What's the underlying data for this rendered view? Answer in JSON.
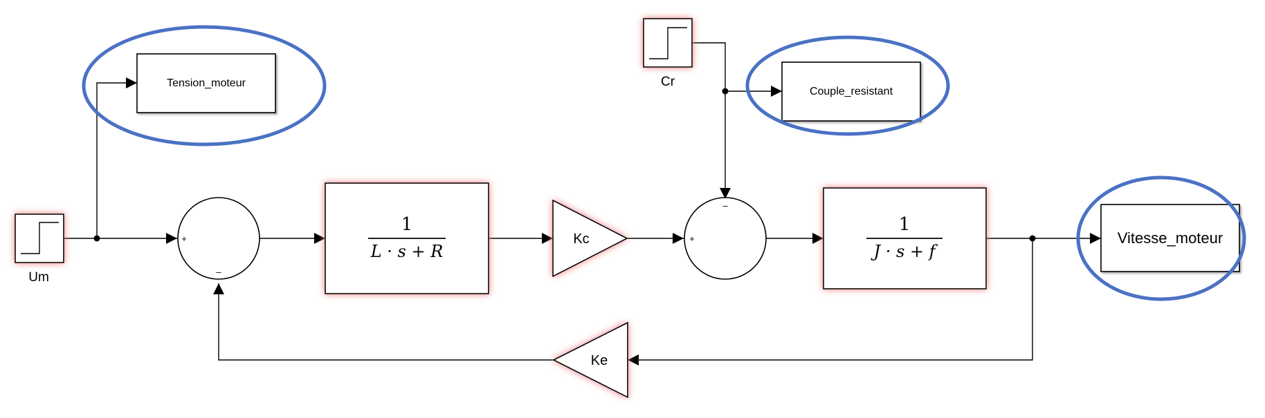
{
  "colors": {
    "highlight_glow": "#f07c7c",
    "scope_circle": "#4a72c4",
    "line": "#000000",
    "block_fill": "#ffffff"
  },
  "sources": {
    "um": {
      "label": "Um",
      "icon": "step-icon"
    },
    "cr": {
      "label": "Cr",
      "icon": "step-icon"
    }
  },
  "scopes": {
    "tension": "Tension_moteur",
    "couple": "Couple_resistant",
    "vitesse": "Vitesse_moteur"
  },
  "sum1": {
    "plus": "+",
    "minus": "–"
  },
  "sum2": {
    "plus": "+",
    "minus": "–"
  },
  "tf_electrical": {
    "numerator": "1",
    "denominator": "L · s + R"
  },
  "tf_mechanical": {
    "numerator": "1",
    "denominator": "J · s + f"
  },
  "gains": {
    "kc": "Kc",
    "ke": "Ke"
  }
}
